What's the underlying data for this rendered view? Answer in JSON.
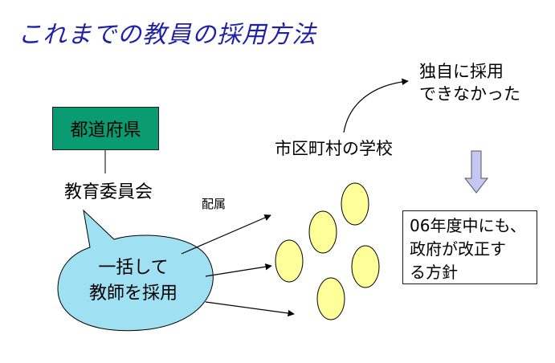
{
  "title": "これまでの教員の採用方法",
  "prefecture_box": "都道府県",
  "board_of_education": "教育委員会",
  "assignment_label": "配属",
  "speech_bubble": [
    "一括して",
    "教師を採用"
  ],
  "municipal_schools": "市区町村の学校",
  "could_not_hire": [
    "独自に採用",
    "できなかった"
  ],
  "reform_note": [
    "06年度中にも、",
    "政府が改正す",
    "る方針"
  ],
  "colors": {
    "title": "#1f1fa8",
    "prefecture_box": "#0a9b73",
    "bubble": "#9fe0f2",
    "school_ovals": "#ffff99",
    "down_arrow": "#c6c6f2"
  }
}
